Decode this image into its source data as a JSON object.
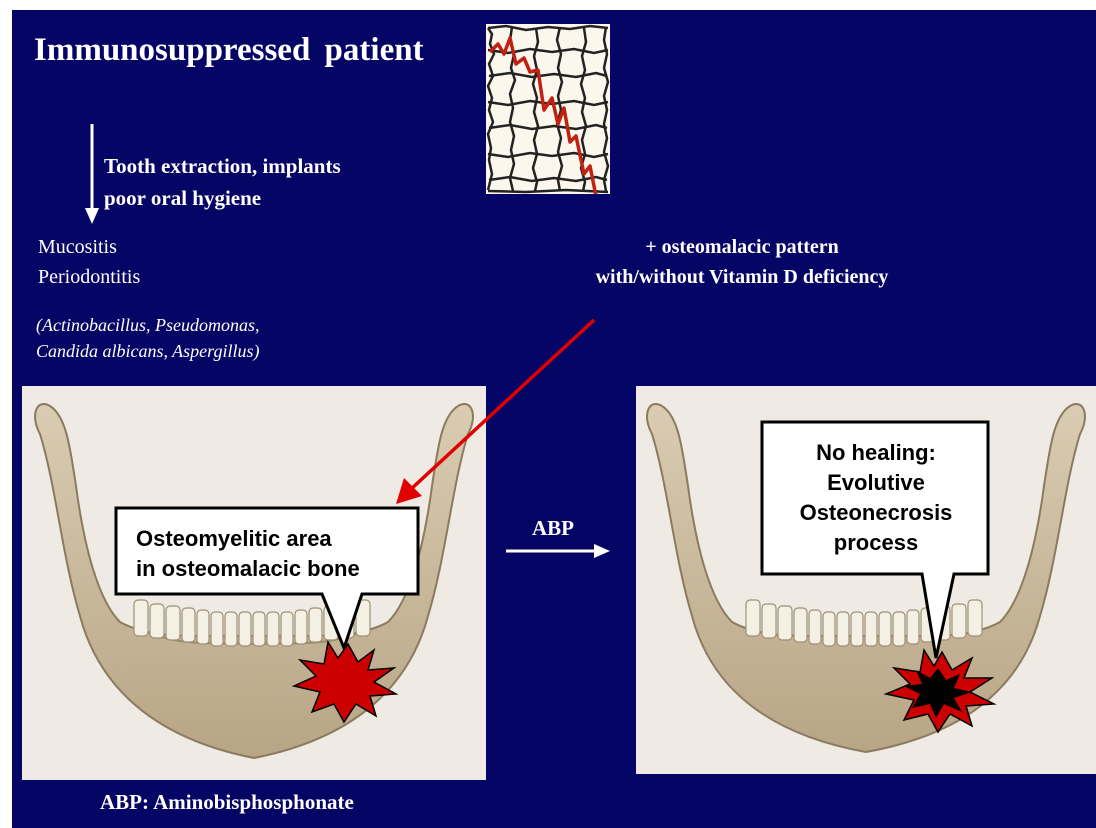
{
  "title": "Immunosuppressed  patient",
  "cause": [
    "Tooth extraction, implants",
    "poor oral hygiene"
  ],
  "conditions": [
    "Mucositis",
    "Periodontitis"
  ],
  "organisms": [
    "(Actinobacillus, Pseudomonas,",
    "Candida albicans, Aspergillus)"
  ],
  "pattern": [
    "+ osteomalacic pattern",
    "with/without  Vitamin  D deficiency"
  ],
  "callout_left": [
    "Osteomyelitic area",
    "in osteomalacic bone"
  ],
  "arrow_label": "ABP",
  "callout_right": [
    "No healing:",
    "Evolutive",
    "Osteonecrosis",
    "process"
  ],
  "footer": "ABP: Aminobisphosphonate",
  "colors": {
    "background": "#050565",
    "lesion": "#cc0000",
    "necrosis": "#000000",
    "pointer_arrow": "#e00000"
  }
}
